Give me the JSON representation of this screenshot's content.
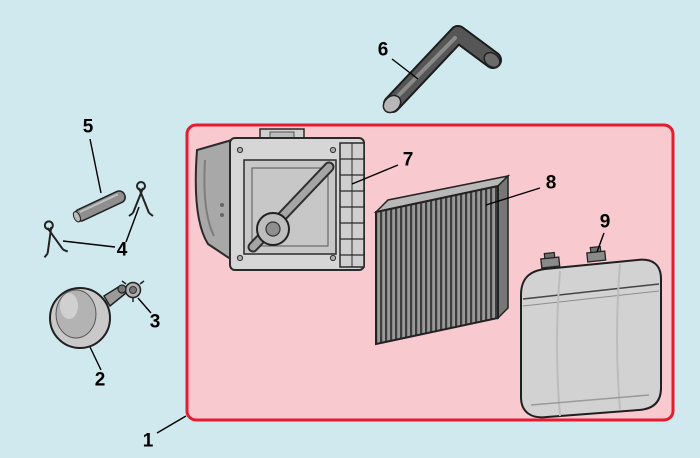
{
  "diagram": {
    "title": "air-filter-assembly-exploded-parts-diagram",
    "labels": [
      {
        "text": "1"
      },
      {
        "text": "2"
      },
      {
        "text": "3"
      },
      {
        "text": "4"
      },
      {
        "text": "5"
      },
      {
        "text": "6"
      },
      {
        "text": "7"
      },
      {
        "text": "8"
      },
      {
        "text": "9"
      }
    ],
    "colors": {
      "background": "#cfe9ef",
      "highlight_box_fill": "#f8c9ce",
      "highlight_box_border": "#e51c30",
      "line_art": "#222222"
    }
  }
}
